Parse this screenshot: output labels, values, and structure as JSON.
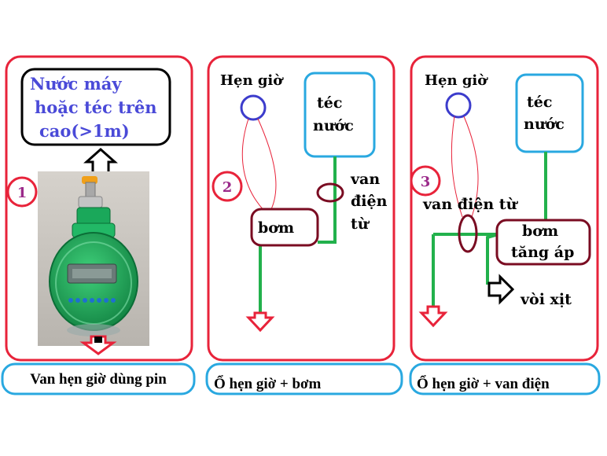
{
  "colors": {
    "panel_border": "#e8233a",
    "caption_border": "#29a8e0",
    "blue_circle": "#3c3ccc",
    "dark_red": "#7a0c22",
    "green": "#22b14c",
    "black": "#000000",
    "white": "#ffffff",
    "source_text": "#4a4ad8"
  },
  "panels": [
    {
      "number": "1",
      "source_lines": [
        "Nước máy",
        "hoặc téc trên",
        "cao(>1m)"
      ],
      "caption": "Van hẹn giờ dùng pin",
      "photo": {
        "device": "battery-timer-valve",
        "body_color": "#1aa85a",
        "screen_color": "#6a7a78"
      }
    },
    {
      "number": "2",
      "timer_label": "Hẹn giờ",
      "tank_label_lines": [
        "téc",
        "nước"
      ],
      "valve_label_lines": [
        "van",
        "điện",
        "từ"
      ],
      "pump_label": "bơm",
      "caption": "Ổ hẹn giờ + bơm"
    },
    {
      "number": "3",
      "timer_label": "Hẹn giờ",
      "tank_label_lines": [
        "téc",
        "nước"
      ],
      "valve_label": "van điện từ",
      "pump_label_lines": [
        "bơm",
        "tăng áp"
      ],
      "nozzle_label": "vòi xịt",
      "caption": "Ổ hẹn giờ + van điện"
    }
  ]
}
